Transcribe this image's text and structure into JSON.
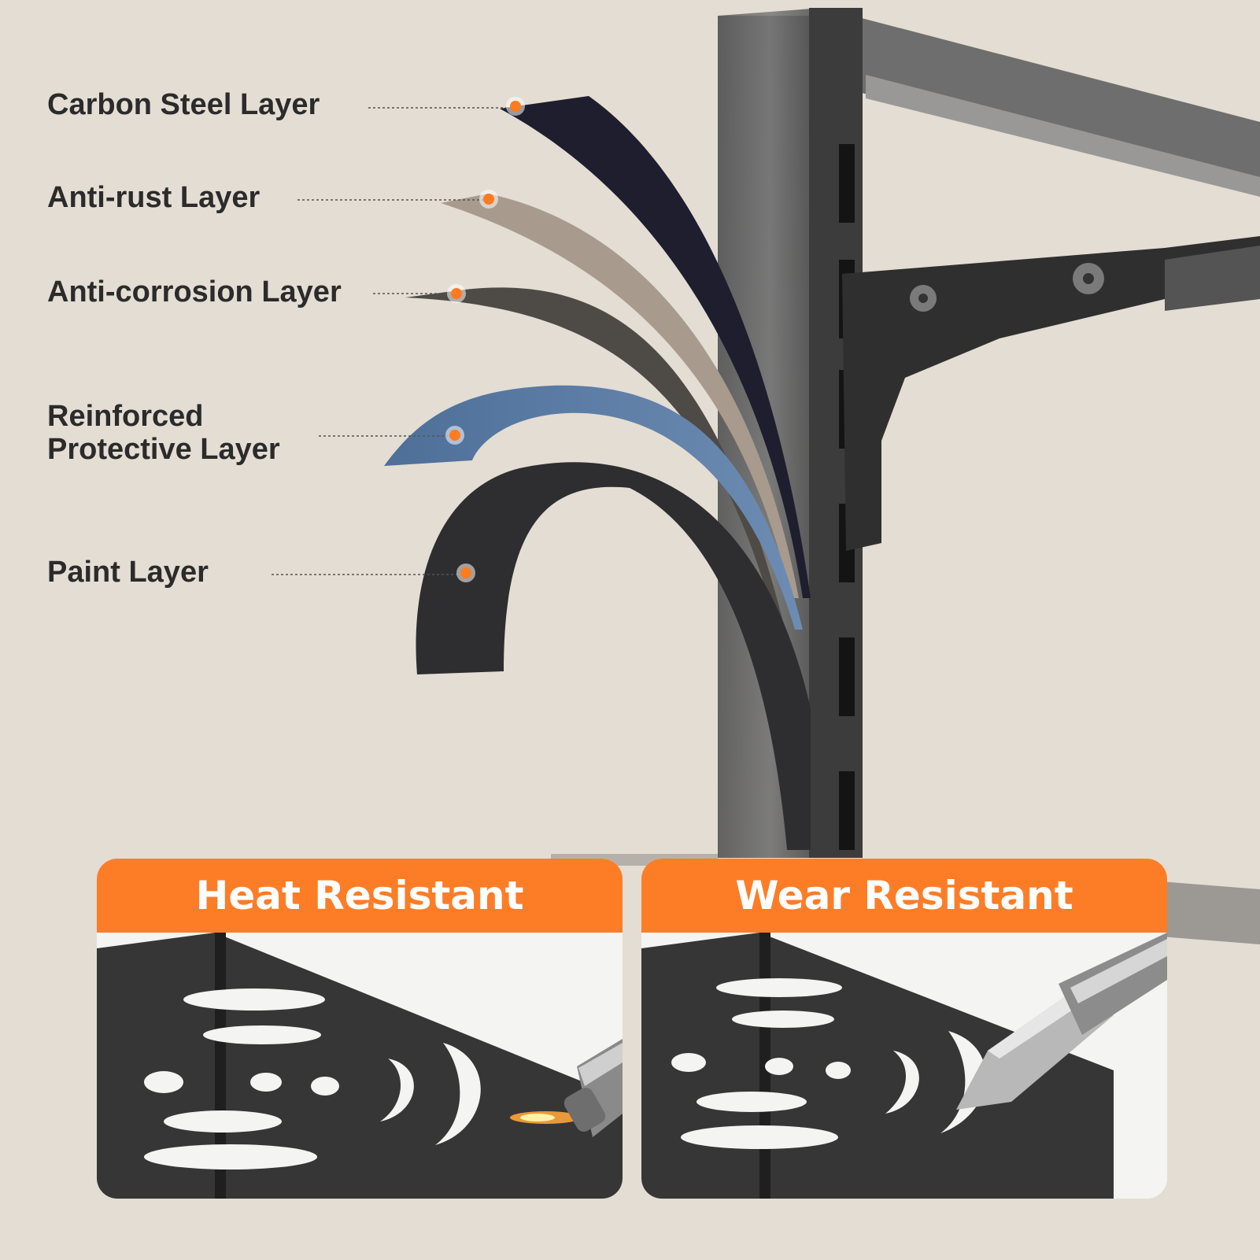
{
  "layers": [
    {
      "label": "Carbon Steel Layer",
      "color": "#1e1e2e"
    },
    {
      "label": "Anti-rust Layer",
      "color": "#a89b8e"
    },
    {
      "label": "Anti-corrosion Layer",
      "color": "#4e4a46"
    },
    {
      "label_line1": "Reinforced",
      "label_line2": "Protective Layer",
      "color": "#5d7ea3"
    },
    {
      "label": "Paint Layer",
      "color": "#2e2e30"
    }
  ],
  "marker_color": "#ff7b1f",
  "features": [
    {
      "title": "Heat Resistant",
      "icon": "torch-flame-icon"
    },
    {
      "title": "Wear Resistant",
      "icon": "utility-knife-icon"
    }
  ],
  "accent_color": "#fd7d27"
}
